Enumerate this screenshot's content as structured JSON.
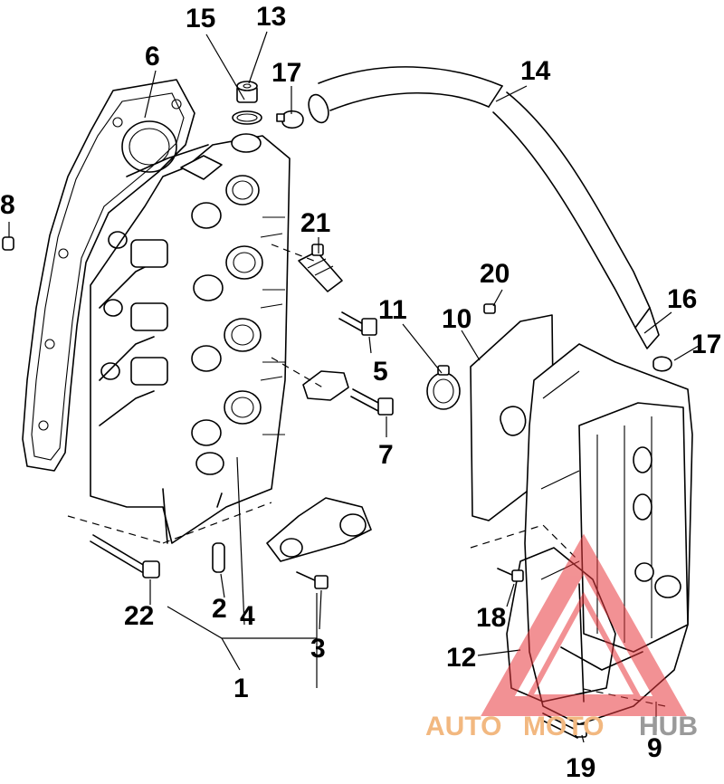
{
  "callouts": {
    "c1": "1",
    "c2": "2",
    "c3": "3",
    "c4": "4",
    "c5": "5",
    "c6": "6",
    "c7": "7",
    "c8": "8",
    "c9": "9",
    "c10": "10",
    "c11": "11",
    "c12": "12",
    "c13": "13",
    "c14": "14",
    "c15": "15",
    "c16": "16",
    "c17a": "17",
    "c17b": "17",
    "c18": "18",
    "c19": "19",
    "c20": "20",
    "c21": "21",
    "c22": "22"
  },
  "watermark": {
    "auto": "AUTO",
    "moto": "MOTO",
    "hub": "HUB",
    "colors": {
      "triangle": "#e8383d",
      "text": "#f2b880",
      "hub": "#9a9a9a"
    }
  }
}
